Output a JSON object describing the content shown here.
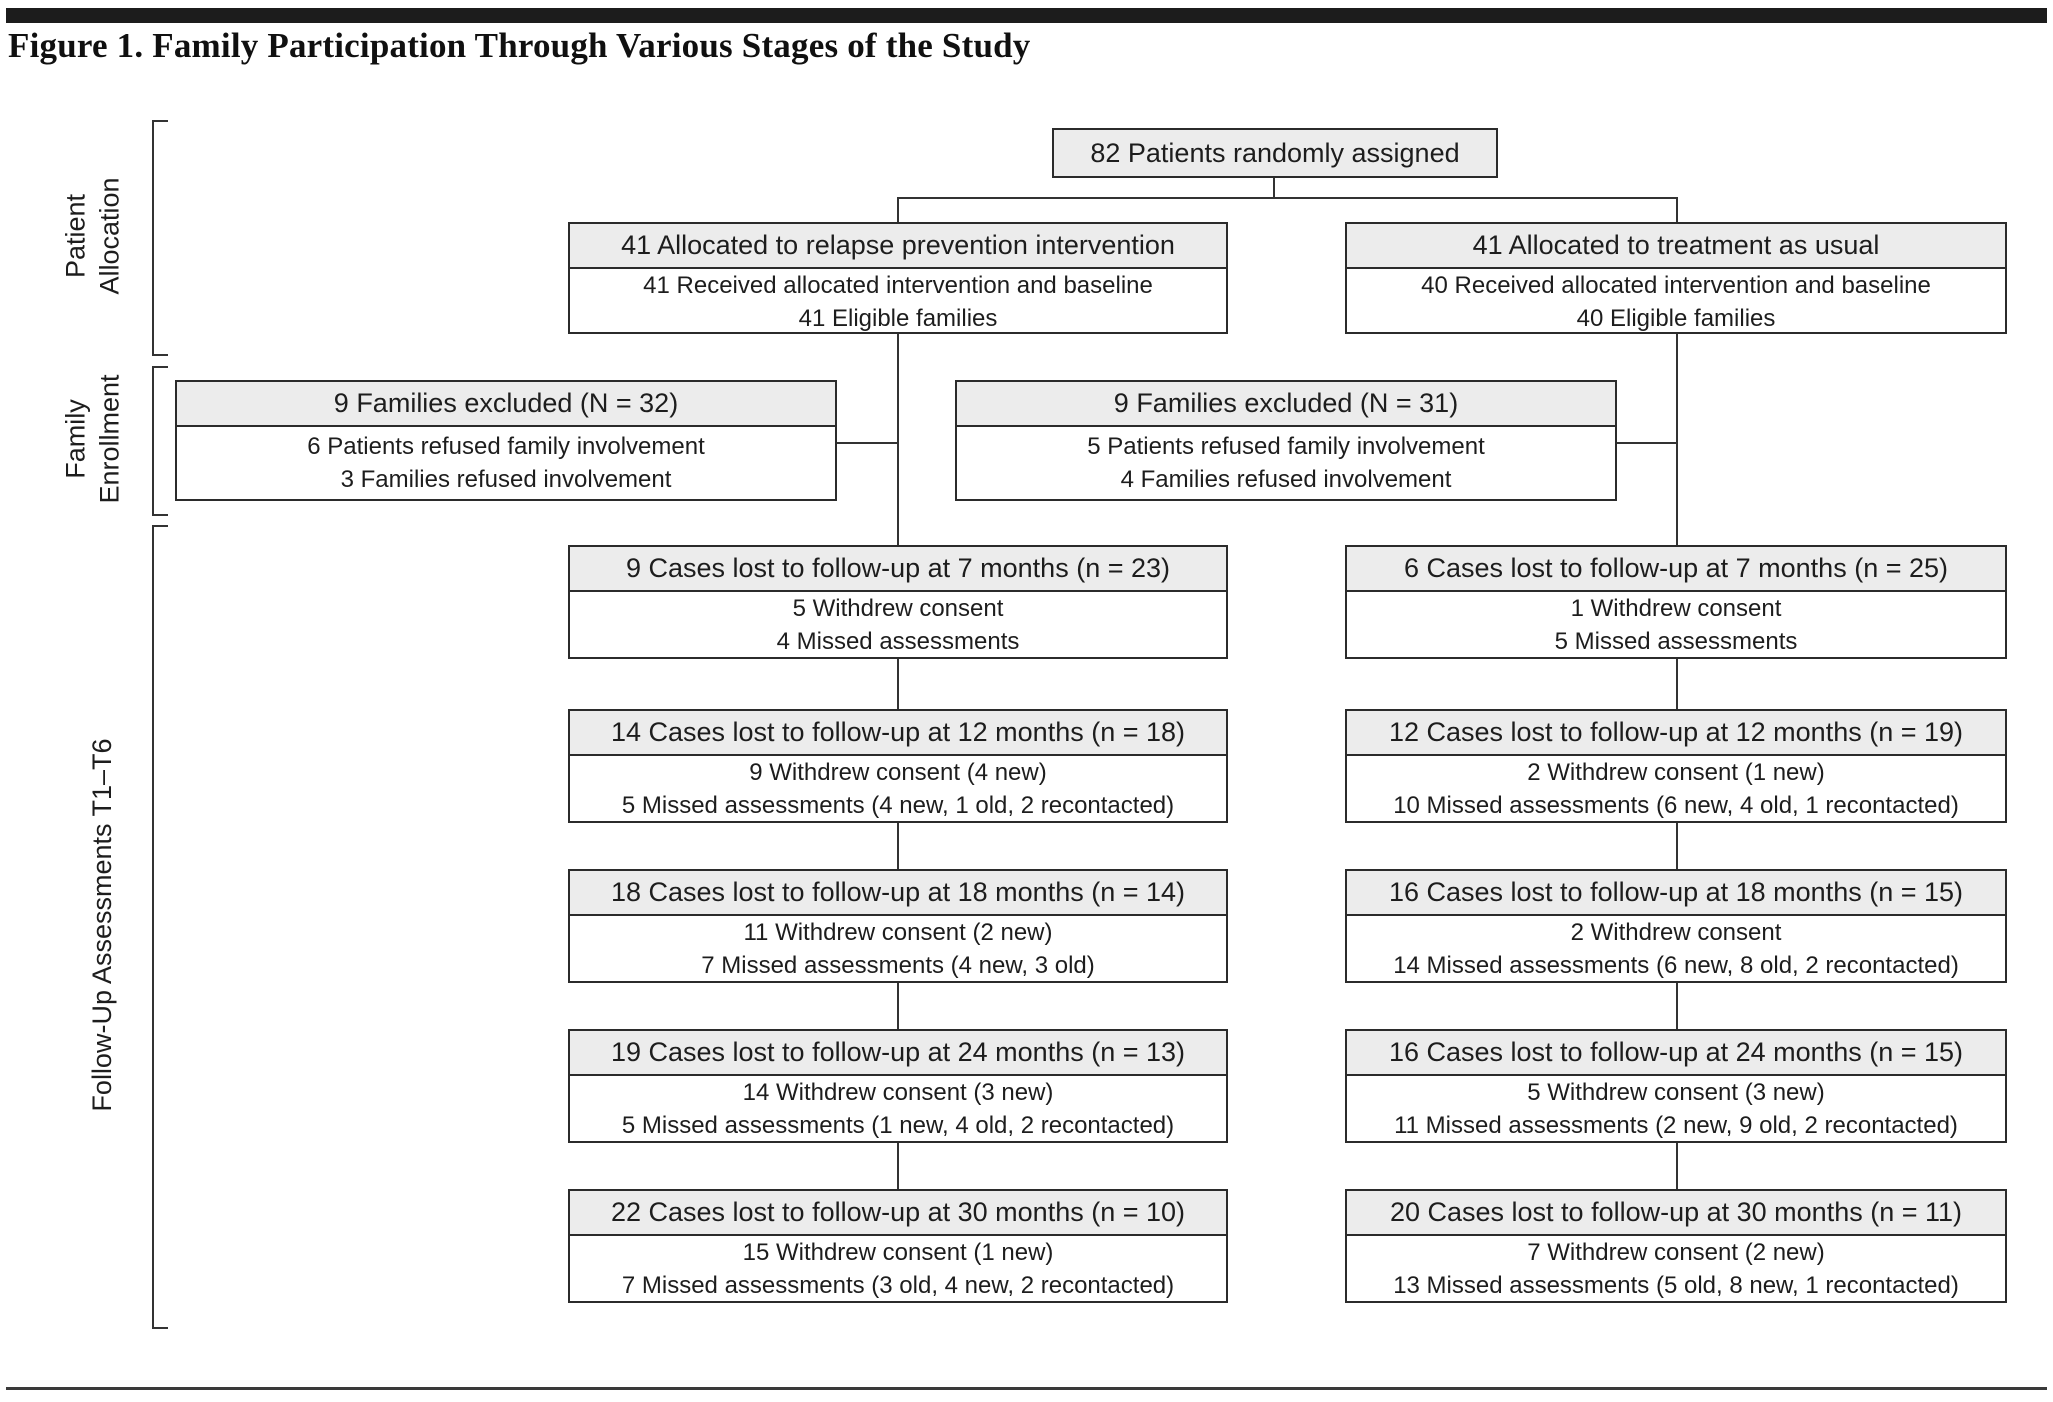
{
  "figure": {
    "title": "Figure 1. Family Participation Through Various Stages of the Study"
  },
  "colors": {
    "box_header_fill": "#ececec",
    "box_border": "#2b2b2b",
    "line": "#333333",
    "rule": "#1c1c1c"
  },
  "stages": [
    {
      "label": "Patient\nAllocation"
    },
    {
      "label": "Family\nEnrollment"
    },
    {
      "label": "Follow-Up Assessments T1–T6"
    }
  ],
  "top_box": {
    "title": "82 Patients randomly assigned"
  },
  "allocation": {
    "left": {
      "header": "41 Allocated to relapse prevention intervention",
      "lines": [
        "41 Received allocated intervention and baseline",
        "41 Eligible families"
      ]
    },
    "right": {
      "header": "41 Allocated to treatment as usual",
      "lines": [
        "40 Received allocated intervention and baseline",
        "40 Eligible families"
      ]
    }
  },
  "enrollment": {
    "left": {
      "header": "9 Families excluded (N = 32)",
      "lines": [
        "6 Patients refused family involvement",
        "3 Families refused involvement"
      ]
    },
    "right": {
      "header": "9 Families excluded (N = 31)",
      "lines": [
        "5 Patients refused family involvement",
        "4 Families refused involvement"
      ]
    }
  },
  "followup": {
    "left": [
      {
        "header": "9 Cases lost to follow-up at 7 months (n = 23)",
        "lines": [
          "5 Withdrew consent",
          "4 Missed assessments"
        ]
      },
      {
        "header": "14 Cases lost to follow-up at 12 months (n = 18)",
        "lines": [
          "9 Withdrew consent (4 new)",
          "5 Missed assessments (4 new, 1 old, 2 recontacted)"
        ]
      },
      {
        "header": "18 Cases lost to follow-up at 18 months (n = 14)",
        "lines": [
          "11 Withdrew consent (2 new)",
          "7 Missed assessments (4 new, 3 old)"
        ]
      },
      {
        "header": "19 Cases lost to follow-up at 24 months (n = 13)",
        "lines": [
          "14 Withdrew consent (3 new)",
          "5 Missed assessments (1 new, 4 old, 2 recontacted)"
        ]
      },
      {
        "header": "22 Cases lost to follow-up at 30 months (n = 10)",
        "lines": [
          "15 Withdrew consent (1 new)",
          "7 Missed assessments (3 old, 4 new, 2 recontacted)"
        ]
      }
    ],
    "right": [
      {
        "header": "6 Cases lost to follow-up at 7 months (n = 25)",
        "lines": [
          "1 Withdrew consent",
          "5 Missed assessments"
        ]
      },
      {
        "header": "12 Cases lost to follow-up at 12 months (n = 19)",
        "lines": [
          "2 Withdrew consent (1 new)",
          "10 Missed assessments (6 new, 4 old, 1 recontacted)"
        ]
      },
      {
        "header": "16 Cases lost to follow-up at 18 months (n = 15)",
        "lines": [
          "2 Withdrew consent",
          "14 Missed assessments (6 new, 8 old, 2 recontacted)"
        ]
      },
      {
        "header": "16 Cases lost to follow-up at 24 months (n = 15)",
        "lines": [
          "5 Withdrew consent (3 new)",
          "11 Missed assessments (2 new, 9 old, 2 recontacted)"
        ]
      },
      {
        "header": "20 Cases lost to follow-up at 30 months (n = 11)",
        "lines": [
          "7 Withdrew consent (2 new)",
          "13 Missed assessments (5 old, 8 new, 1 recontacted)"
        ]
      }
    ]
  }
}
